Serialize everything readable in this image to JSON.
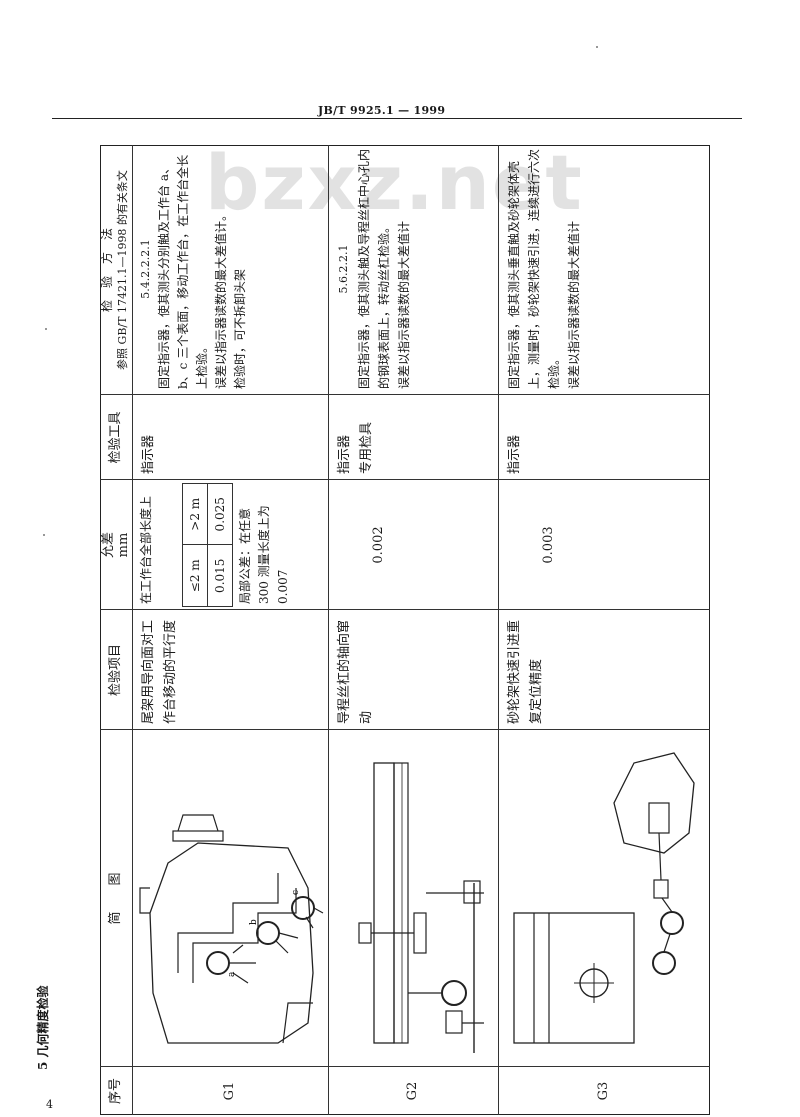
{
  "header": {
    "code": "JB/T 9925.1 — 1999"
  },
  "page_number": "4",
  "watermark": "bzxz.net",
  "section_title": "5  几何精度检验",
  "table": {
    "headers": [
      "序号",
      "简　　图",
      "检验项目",
      "允差\nmm",
      "检验工具",
      "检　验　方　法"
    ],
    "method_header_extra": "参照 GB/T 17421.1—1998 的有关条文",
    "rows": [
      {
        "no": "G1",
        "item": "尾架用导向面对工作台移动的平行度",
        "tolerance": {
          "intro": "在工作台全部长度上",
          "col_headers": [
            "≤2 m",
            ">2 m"
          ],
          "col_values": [
            "0.015",
            "0.025"
          ],
          "local": "局部公差：在任意 300 测量长度上为 0.007"
        },
        "tool": "指示器",
        "method": {
          "ref": "5.4.2.2.2.1",
          "lines": [
            "固定指示器，使其测头分别触及工作台 a、b、c 三个表面，移动工作台，在工作台全长上检验。",
            "误差以指示器读数的最大差值计。",
            "检验时，可不拆卸头架"
          ]
        },
        "diagram_labels": [
          "a",
          "b",
          "c"
        ]
      },
      {
        "no": "G2",
        "item": "导程丝杠的轴向窜动",
        "tolerance": {
          "value": "0.002"
        },
        "tool": "指示器\n专用检具",
        "method": {
          "ref": "5.6.2.2.1",
          "lines": [
            "固定指示器，使其测头触及导程丝杠中心孔内的钢球表面上，转动丝杠检验。",
            "误差以指示器读数的最大差值计"
          ]
        }
      },
      {
        "no": "G3",
        "item": "砂轮架快速引进重复定位精度",
        "tolerance": {
          "value": "0.003"
        },
        "tool": "指示器",
        "method": {
          "ref": "",
          "lines": [
            "固定指示器，使其测头垂直触及砂轮架体壳上，测量时，砂轮架快速引进，连续进行六次检验。",
            "误差以指示器读数的最大差值计"
          ]
        }
      }
    ]
  }
}
